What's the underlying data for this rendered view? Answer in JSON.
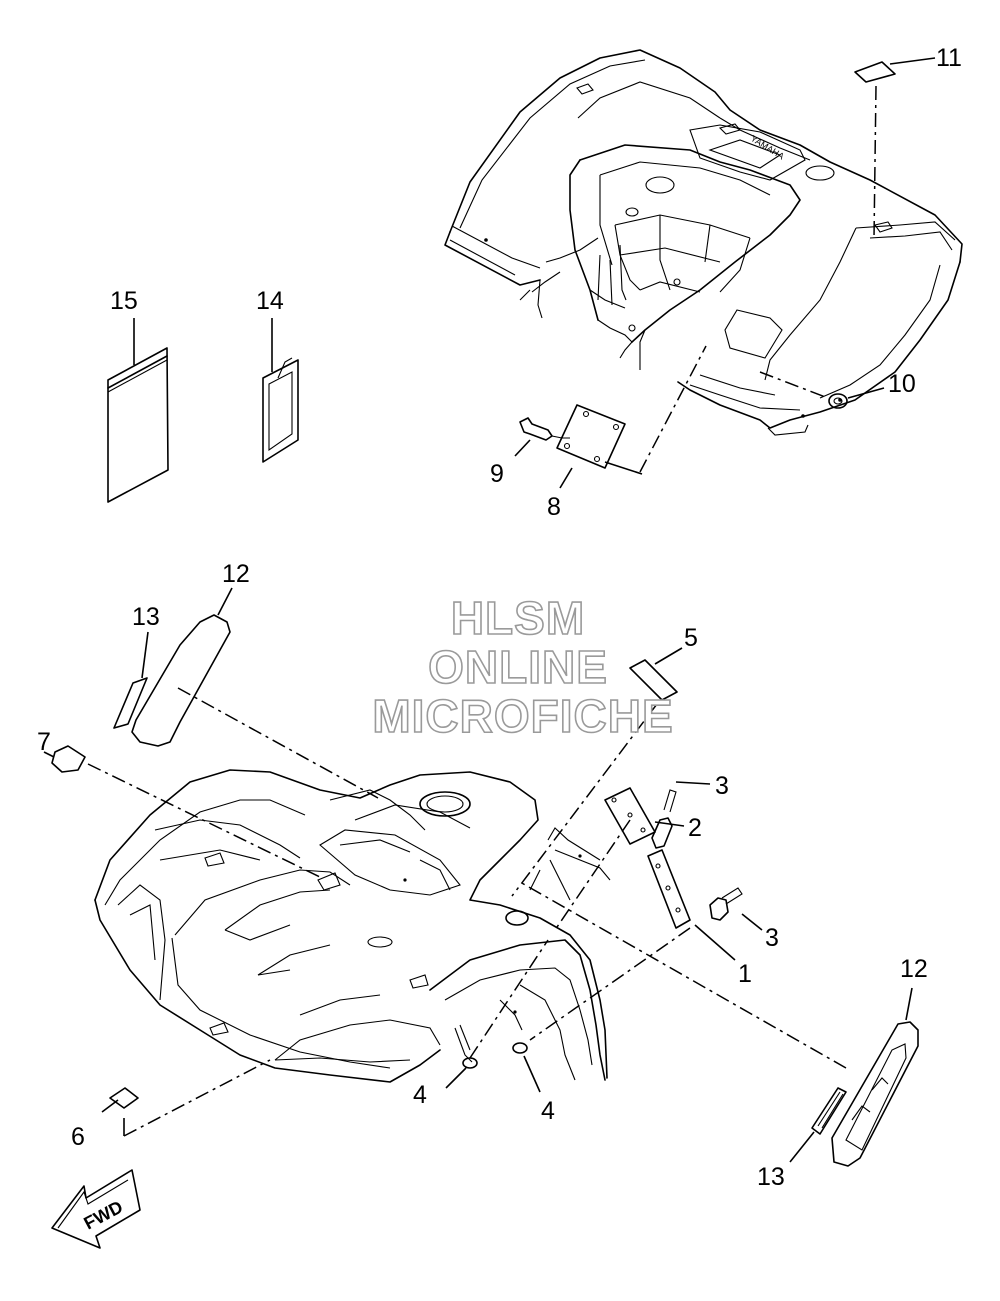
{
  "watermark": {
    "line1": "HLSM",
    "line2": "ONLINE",
    "line3": "MICROFICHE"
  },
  "direction_arrow": {
    "label": "FWD"
  },
  "rear_fender_brand": "YAMAHA",
  "callouts": {
    "c1": "1",
    "c2": "2",
    "c3a": "3",
    "c3b": "3",
    "c4a": "4",
    "c4b": "4",
    "c5": "5",
    "c6": "6",
    "c7": "7",
    "c8": "8",
    "c9": "9",
    "c10": "10",
    "c11": "11",
    "c12a": "12",
    "c12b": "12",
    "c13a": "13",
    "c13b": "13",
    "c14": "14",
    "c15": "15"
  }
}
